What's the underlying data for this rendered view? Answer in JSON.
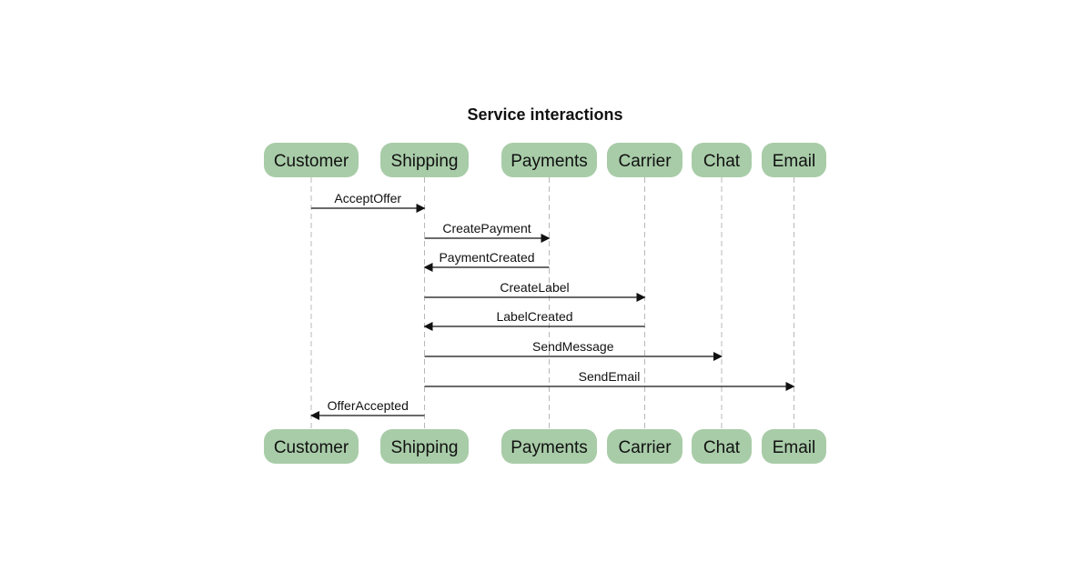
{
  "diagram": {
    "title": "Service interactions",
    "participants": [
      {
        "id": "customer",
        "label": "Customer"
      },
      {
        "id": "shipping",
        "label": "Shipping"
      },
      {
        "id": "payments",
        "label": "Payments"
      },
      {
        "id": "carrier",
        "label": "Carrier"
      },
      {
        "id": "chat",
        "label": "Chat"
      },
      {
        "id": "email",
        "label": "Email"
      }
    ],
    "messages": [
      {
        "from": "customer",
        "to": "shipping",
        "label": "AcceptOffer"
      },
      {
        "from": "shipping",
        "to": "payments",
        "label": "CreatePayment"
      },
      {
        "from": "payments",
        "to": "shipping",
        "label": "PaymentCreated"
      },
      {
        "from": "shipping",
        "to": "carrier",
        "label": "CreateLabel"
      },
      {
        "from": "carrier",
        "to": "shipping",
        "label": "LabelCreated"
      },
      {
        "from": "shipping",
        "to": "chat",
        "label": "SendMessage"
      },
      {
        "from": "shipping",
        "to": "email",
        "label": "SendEmail"
      },
      {
        "from": "shipping",
        "to": "customer",
        "label": "OfferAccepted"
      }
    ],
    "colors": {
      "actor_fill": "#a8cca8",
      "line": "#111111",
      "lifeline": "#b8b8b8"
    }
  }
}
